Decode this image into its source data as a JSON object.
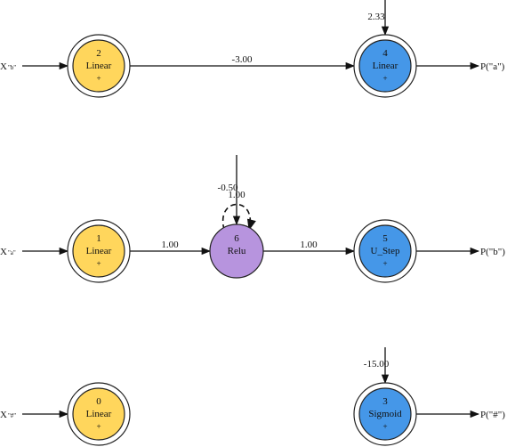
{
  "colors": {
    "linear_fill": "#ffd65c",
    "output_fill": "#4597e8",
    "relu_fill": "#b794de",
    "stroke": "#222222",
    "background": "#ffffff"
  },
  "nodes": [
    {
      "id": "2",
      "number": "2",
      "name": "Linear",
      "symbol": "+",
      "kind": "input"
    },
    {
      "id": "4",
      "number": "4",
      "name": "Linear",
      "symbol": "+",
      "kind": "output"
    },
    {
      "id": "1",
      "number": "1",
      "name": "Linear",
      "symbol": "+",
      "kind": "input"
    },
    {
      "id": "6",
      "number": "6",
      "name": "Relu",
      "symbol": "",
      "kind": "hidden"
    },
    {
      "id": "5",
      "number": "5",
      "name": "U_Step",
      "symbol": "+",
      "kind": "output"
    },
    {
      "id": "0",
      "number": "0",
      "name": "Linear",
      "symbol": "+",
      "kind": "input"
    },
    {
      "id": "3",
      "number": "3",
      "name": "Sigmoid",
      "symbol": "+",
      "kind": "output"
    }
  ],
  "inputs": [
    {
      "node": "2",
      "label": "X",
      "subscript": "\"b\""
    },
    {
      "node": "1",
      "label": "X",
      "subscript": "\"a\""
    },
    {
      "node": "0",
      "label": "X",
      "subscript": "\"#\""
    }
  ],
  "outputs": [
    {
      "node": "4",
      "label": "P(\"a\")"
    },
    {
      "node": "5",
      "label": "P(\"b\")"
    },
    {
      "node": "3",
      "label": "P(\"#\")"
    }
  ],
  "edges": [
    {
      "from": "2",
      "to": "4",
      "weight": "-3.00"
    },
    {
      "from": "1",
      "to": "6",
      "weight": "1.00"
    },
    {
      "from": "6",
      "to": "5",
      "weight": "1.00"
    },
    {
      "from": "6",
      "to": "6",
      "weight": "1.00",
      "recurrent": true
    }
  ],
  "biases": [
    {
      "node": "4",
      "value": "2.33"
    },
    {
      "node": "6",
      "value": "-0.50"
    },
    {
      "node": "3",
      "value": "-15.00"
    }
  ]
}
